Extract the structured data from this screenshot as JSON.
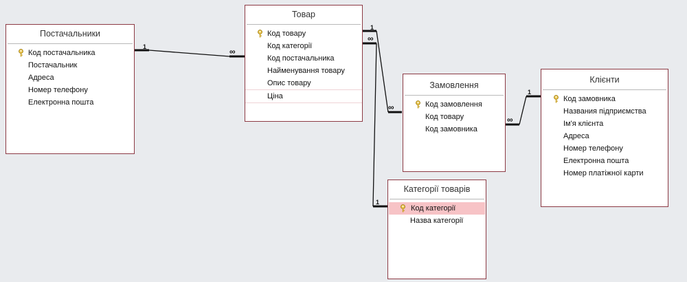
{
  "tables": {
    "suppliers": {
      "title": "Постачальники",
      "fields": [
        "Код постачальника",
        "Постачальник",
        "Адреса",
        "Номер телефону",
        "Електронна пошта"
      ]
    },
    "products": {
      "title": "Товар",
      "fields": [
        "Код товару",
        "Код категорії",
        "Код постачальника",
        "Найменування товару",
        "Опис товару",
        "Ціна"
      ]
    },
    "orders": {
      "title": "Замовлення",
      "fields": [
        "Код замовлення",
        "Код товару",
        "Код замовника"
      ]
    },
    "clients": {
      "title": "Клієнти",
      "fields": [
        "Код замовника",
        "Названия підприємства",
        "Ім'я клієнта",
        "Адреса",
        "Номер телефону",
        "Електронна пошта",
        "Номер платіжної карти"
      ]
    },
    "categories": {
      "title": "Категорії товарів",
      "fields": [
        "Код категорії",
        "Назва категорії"
      ]
    }
  },
  "relationships": {
    "suppliers_products": {
      "one": "1",
      "many": "∞"
    },
    "products_orders": {
      "one": "1",
      "many": "∞"
    },
    "orders_clients": {
      "one": "1",
      "many": "∞"
    },
    "products_categories": {
      "one": "1",
      "many": "∞"
    }
  },
  "colors": {
    "table_border": "#8c3a44",
    "selected_field": "#f7c3c6",
    "background": "#e9ebee"
  },
  "icons": {
    "primary_key": "key-icon"
  }
}
